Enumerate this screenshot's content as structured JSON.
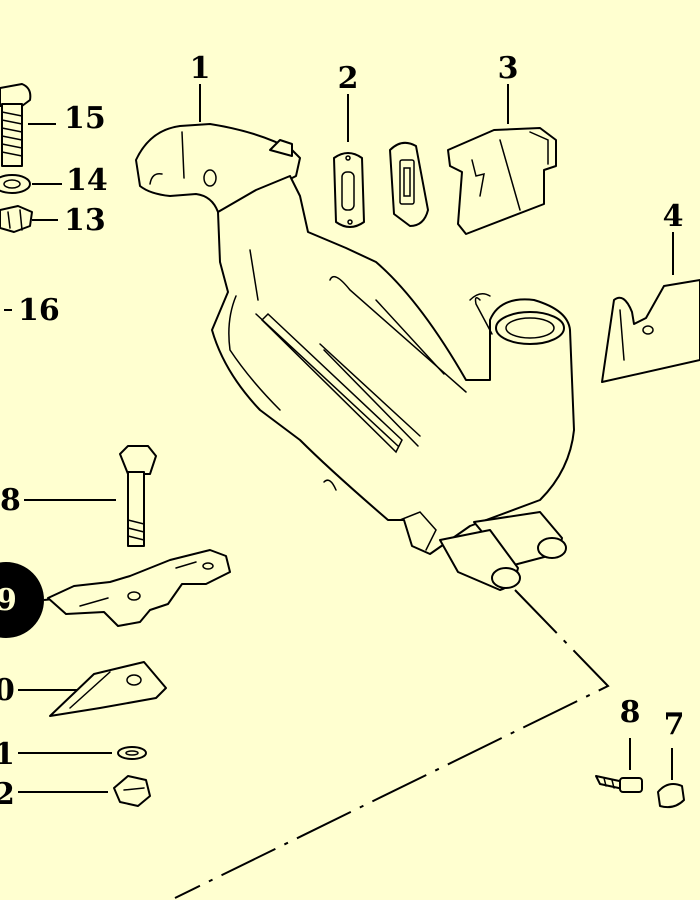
{
  "diagram": {
    "background": "#ffffd0",
    "ink": "#000000",
    "callouts": [
      {
        "id": "1",
        "text": "1"
      },
      {
        "id": "2",
        "text": "2"
      },
      {
        "id": "3",
        "text": "3"
      },
      {
        "id": "4",
        "text": "4"
      },
      {
        "id": "15",
        "text": "15"
      },
      {
        "id": "14",
        "text": "14"
      },
      {
        "id": "13",
        "text": "13"
      },
      {
        "id": "16",
        "text": "16"
      },
      {
        "id": "18",
        "text": "8"
      },
      {
        "id": "19",
        "text": "9"
      },
      {
        "id": "20",
        "text": "0"
      },
      {
        "id": "21",
        "text": "1"
      },
      {
        "id": "22",
        "text": "2"
      },
      {
        "id": "8",
        "text": "8"
      },
      {
        "id": "7",
        "text": "7"
      }
    ]
  }
}
